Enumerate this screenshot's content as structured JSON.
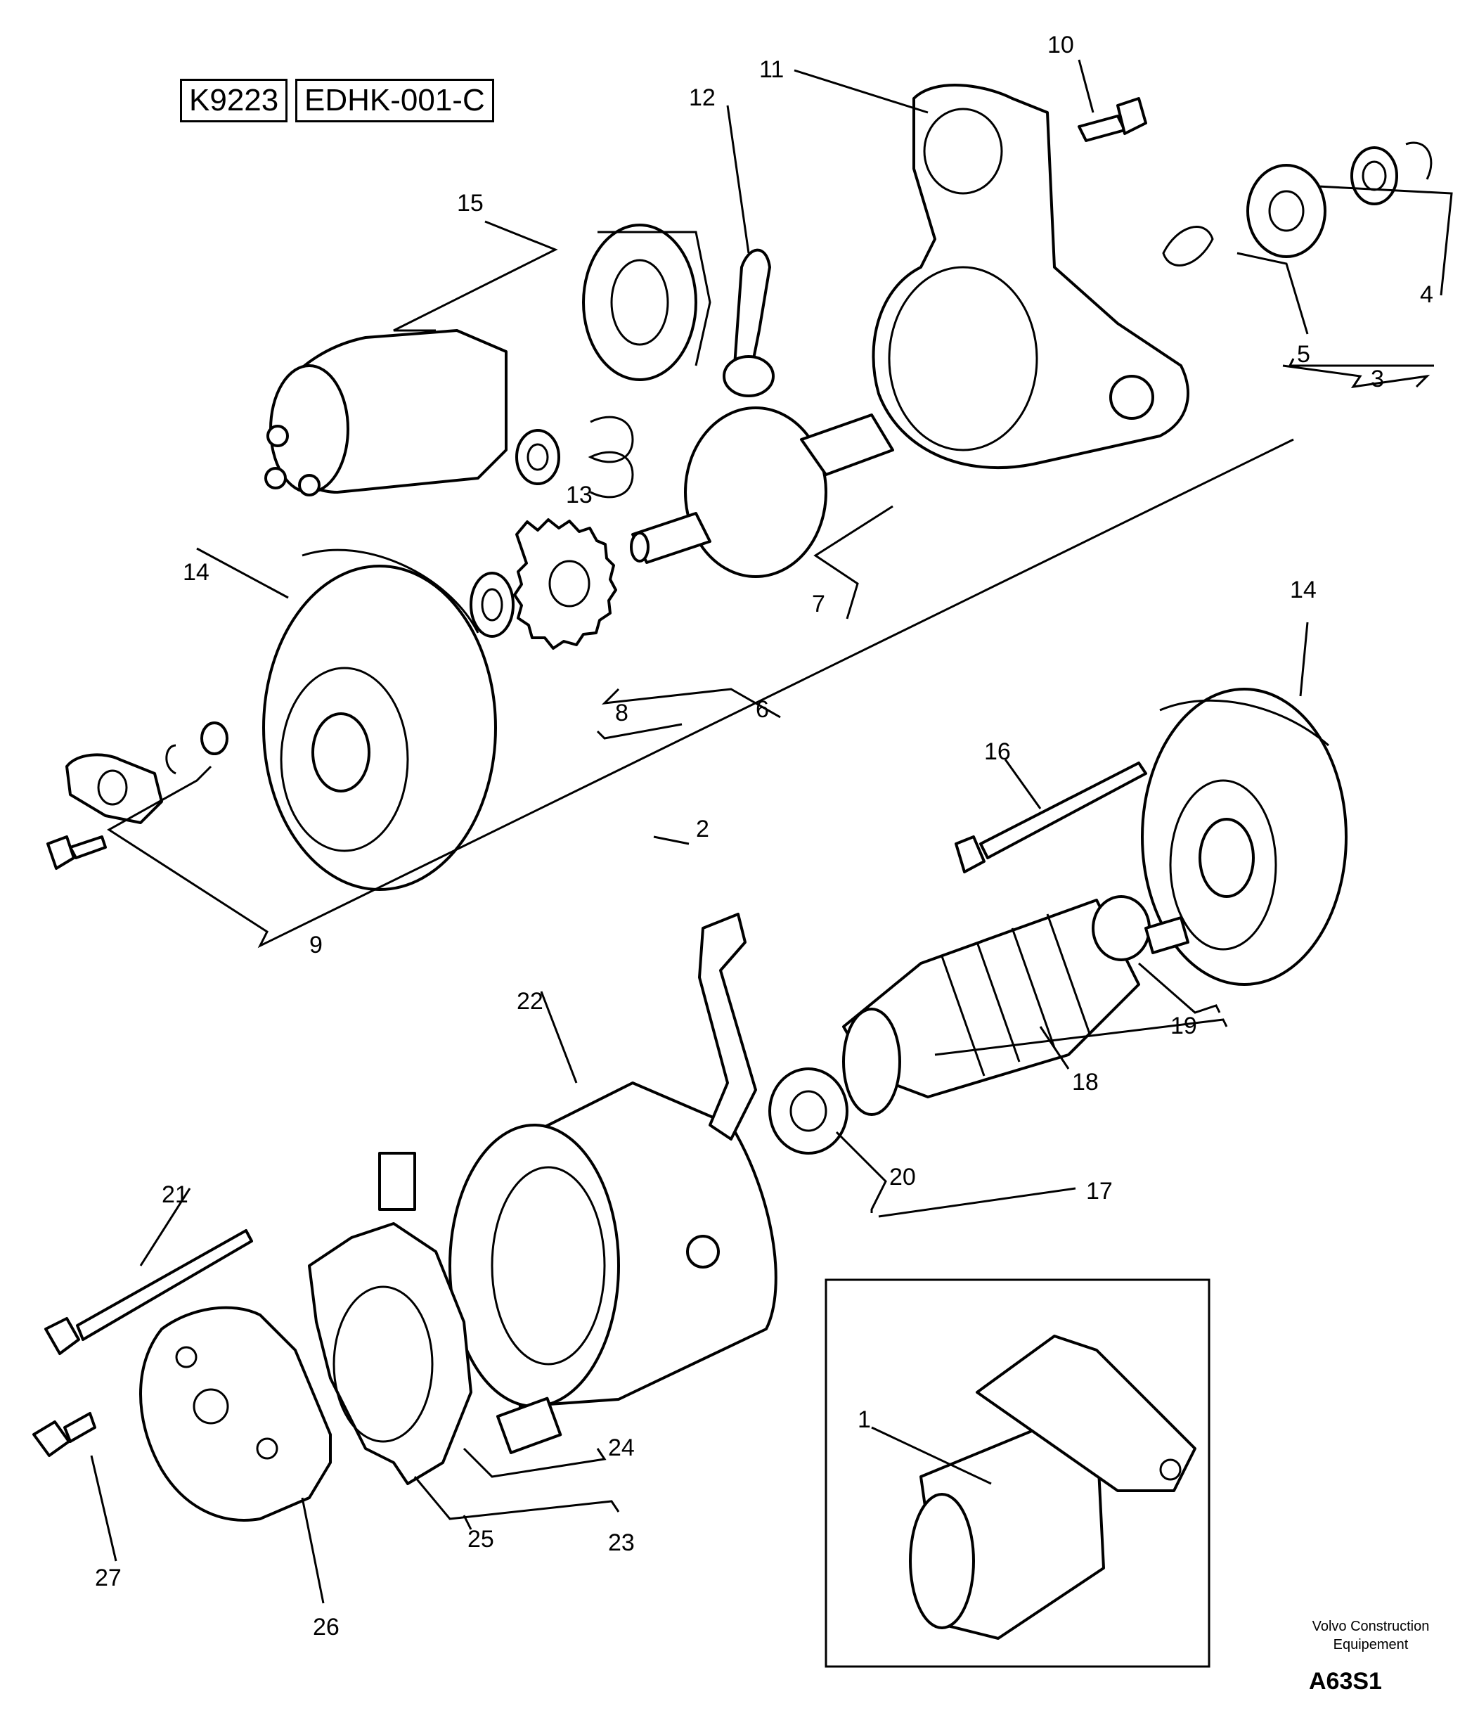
{
  "header": {
    "code1": "K9223",
    "code2": "EDHK-001-C"
  },
  "callouts": [
    "1",
    "2",
    "3",
    "4",
    "5",
    "6",
    "7",
    "8",
    "9",
    "10",
    "11",
    "12",
    "13",
    "14",
    "14",
    "15",
    "16",
    "17",
    "18",
    "19",
    "20",
    "21",
    "22",
    "23",
    "24",
    "25",
    "26",
    "27"
  ],
  "caption": {
    "line1": "Volvo Construction",
    "line2": "Equipement"
  },
  "figure_code": "A63S1"
}
